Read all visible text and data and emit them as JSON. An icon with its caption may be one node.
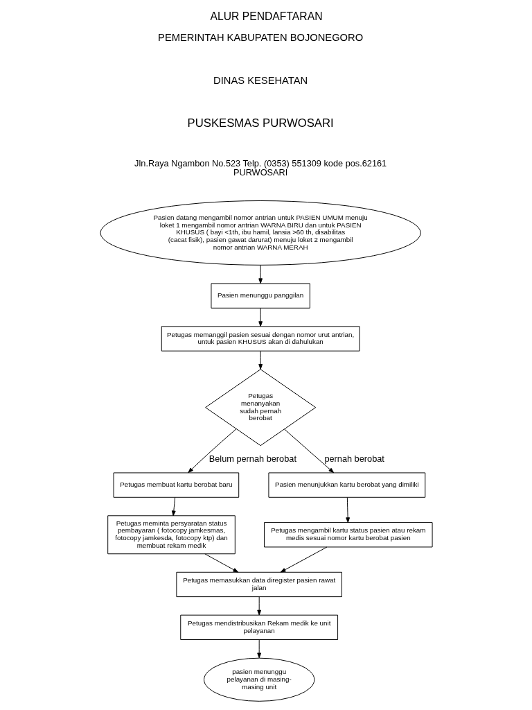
{
  "diagram": {
    "title": "ALUR PENDAFTARAN",
    "nodes": [
      {
        "text": [
          "Pasien datang mengambil nomor antrian untuk PASIEN UMUM menuju loket 1 mengambil nomor antrian WARNA BIRU dan untuk PASIEN KHUSUS ( bayi <1th, ibu hamil, lansia >60 th, disabilitas (cacat fisik), pasien gawat darurat) menuju loket 2 mengambil nomor antrian WARNA MERAH"
        ]
      },
      {
        "text": [
          "Pasien menunggu panggilan"
        ]
      },
      {
        "text": [
          "Petugas memanggil pasien sesuai dengan nomor urut antrian, untuk pasien KHUSUS akan di dahulukan"
        ]
      },
      {
        "text": [
          "Petugas menanyakan sudah pernah berobat"
        ]
      },
      {
        "text": [
          "Petugas membuat kartu berobat baru"
        ]
      },
      {
        "text": [
          "Petugas meminta persyaratan status pembayaran ( fotocopy jamkesmas, fotocopy jamkesda, fotocopy ktp) dan membuat rekam medik"
        ]
      },
      {
        "text": [
          "Pasien menunjukkan kartu berobat yang dimiliki"
        ]
      },
      {
        "text": [
          "Petugas mengambil kartu status pasien atau rekam medis sesuai nomor kartu berobat pasien"
        ]
      },
      {
        "text": [
          "Petugas memasukkan data diregister pasien rawat jalan"
        ]
      },
      {
        "text": [
          "Petugas mendistribusikan Rekam medik ke unit pelayanan"
        ]
      },
      {
        "text": [
          "pasien menunggu pelayanan di masing-masing unit"
        ]
      }
    ],
    "edges": [
      {
        "from": 0,
        "to": 1,
        "arrow": "to"
      },
      {
        "from": 1,
        "to": 2,
        "arrow": "to"
      },
      {
        "from": 2,
        "to": 3,
        "arrow": "to"
      },
      {
        "from": 3,
        "to": 4,
        "arrow": "to",
        "label": "Belum pernah berobat"
      },
      {
        "from": 3,
        "to": 6,
        "arrow": "to",
        "label": "pernah berobat"
      },
      {
        "from": 4,
        "to": 5,
        "arrow": "to"
      },
      {
        "from": 6,
        "to": 7,
        "arrow": "to"
      },
      {
        "from": 5,
        "to": 8,
        "arrow": "to"
      },
      {
        "from": 7,
        "to": 8,
        "arrow": "to"
      },
      {
        "from": 8,
        "to": 9,
        "arrow": "to"
      },
      {
        "from": 9,
        "to": 10,
        "arrow": "to"
      }
    ],
    "labels": [
      "PEMERINTAH KABUPATEN BOJONEGORO",
      "DINAS KESEHATAN",
      "PUSKESMAS PURWOSARI",
      "Jln.Raya Ngambon No.523 Telp. (0353) 551309 kode pos.62161 PURWOSARI"
    ]
  }
}
